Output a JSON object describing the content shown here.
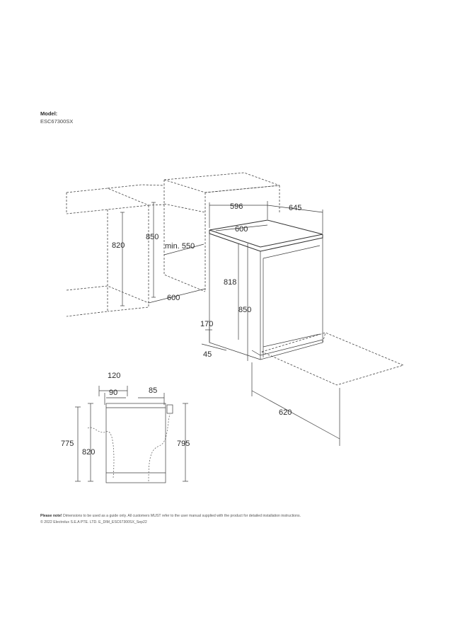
{
  "header": {
    "model_label": "Model:",
    "model_code": "ESC67300SX"
  },
  "dimensions": {
    "cabinet_height": "820",
    "worktop_height": "850",
    "niche_depth_min": "min. 550",
    "niche_width": "600",
    "appliance_width": "596",
    "appliance_depth": "645",
    "top_width": "600",
    "body_height": "818",
    "overall_height": "850",
    "plinth_height": "170",
    "plinth_depth": "45",
    "door_open_depth": "620",
    "side_depth_120": "120",
    "side_depth_90": "90",
    "side_depth_85": "85",
    "side_height_775": "775",
    "side_height_820": "820",
    "side_height_795": "795"
  },
  "footer": {
    "note_label": "Please note!",
    "note_text": " Dimensions to be used as a guide only. All customers MUST refer to the user manual supplied with the product for detailed installation instructions.",
    "copyright": "© 2022 Electrolux S.E.A PTE. LTD. E_DIM_ESC67300SX_Sep22"
  }
}
